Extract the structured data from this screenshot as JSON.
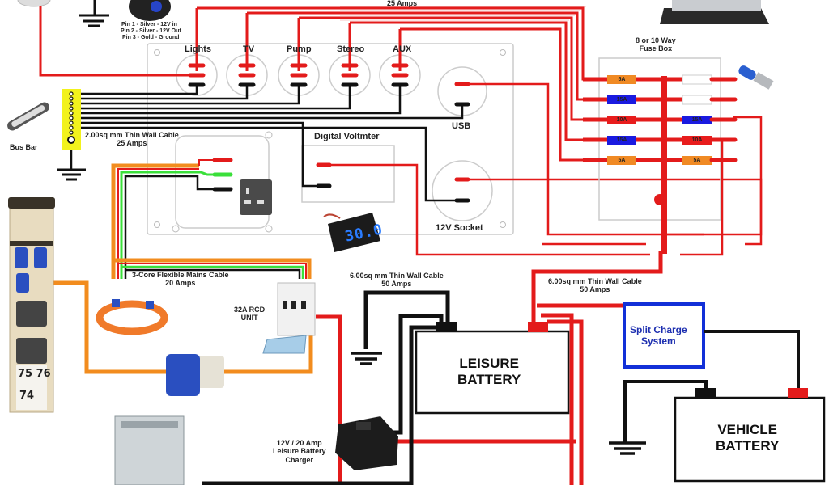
{
  "title": "Campervan 12V / 230V Wiring Diagram",
  "labels": {
    "top_cable_amps": "25 Amps",
    "switch_pins": [
      "Pin 1 - Silver - 12V in",
      "Pin 2 - Silver - 12V Out",
      "Pin 3 - Gold - Ground"
    ],
    "bus_bar": "Bus Bar",
    "thin_cable_2mm": "2.00sq mm Thin Wall Cable",
    "thin_cable_2mm_amps": "25 Amps",
    "usb": "USB",
    "voltmeter": "Digital Voltmter",
    "voltmeter_reading": "30.0",
    "socket_12v": "12V Socket",
    "fuse_box_line1": "8 or 10 Way",
    "fuse_box_line2": "Fuse Box",
    "mains_cable": "3-Core Flexible Mains Cable",
    "mains_cable_amps": "20 Amps",
    "rcd_line1": "32A RCD",
    "rcd_line2": "UNIT",
    "cable_6mm_left": "6.00sq mm Thin Wall Cable",
    "cable_6mm_left_amps": "50 Amps",
    "cable_6mm_right": "6.00sq mm Thin Wall Cable",
    "cable_6mm_right_amps": "50 Amps",
    "leisure_battery_line1": "LEISURE",
    "leisure_battery_line2": "BATTERY",
    "split_charge_line1": "Split Charge",
    "split_charge_line2": "System",
    "vehicle_battery_line1": "VEHICLE",
    "vehicle_battery_line2": "BATTERY",
    "charger_line1": "12V / 20 Amp",
    "charger_line2": "Leisure Battery",
    "charger_line3": "Charger",
    "hookup_pillar_numbers": [
      "75 76",
      "74"
    ]
  },
  "switch_panel": {
    "switches": [
      "Lights",
      "TV",
      "Pump",
      "Stereo",
      "AUX"
    ]
  },
  "fuse_box": {
    "left_column": [
      {
        "rating": "5A",
        "color": "#f08a24"
      },
      {
        "rating": "15A",
        "color": "#1a1ae0"
      },
      {
        "rating": "10A",
        "color": "#e81c1c"
      },
      {
        "rating": "15A",
        "color": "#1a1ae0"
      },
      {
        "rating": "5A",
        "color": "#f08a24"
      }
    ],
    "right_column": [
      {
        "rating": "",
        "color": "#ffffff"
      },
      {
        "rating": "",
        "color": "#ffffff"
      },
      {
        "rating": "15A",
        "color": "#1a1ae0"
      },
      {
        "rating": "10A",
        "color": "#e81c1c"
      },
      {
        "rating": "5A",
        "color": "#f08a24"
      }
    ]
  },
  "colors": {
    "positive_wire": "#e31b1b",
    "negative_wire": "#111111",
    "mains_wire": "#f28c1e",
    "earth_wire": "#3adf3a",
    "split_charge_border": "#1230d8",
    "bus_bar_highlight": "#f2f21c"
  }
}
